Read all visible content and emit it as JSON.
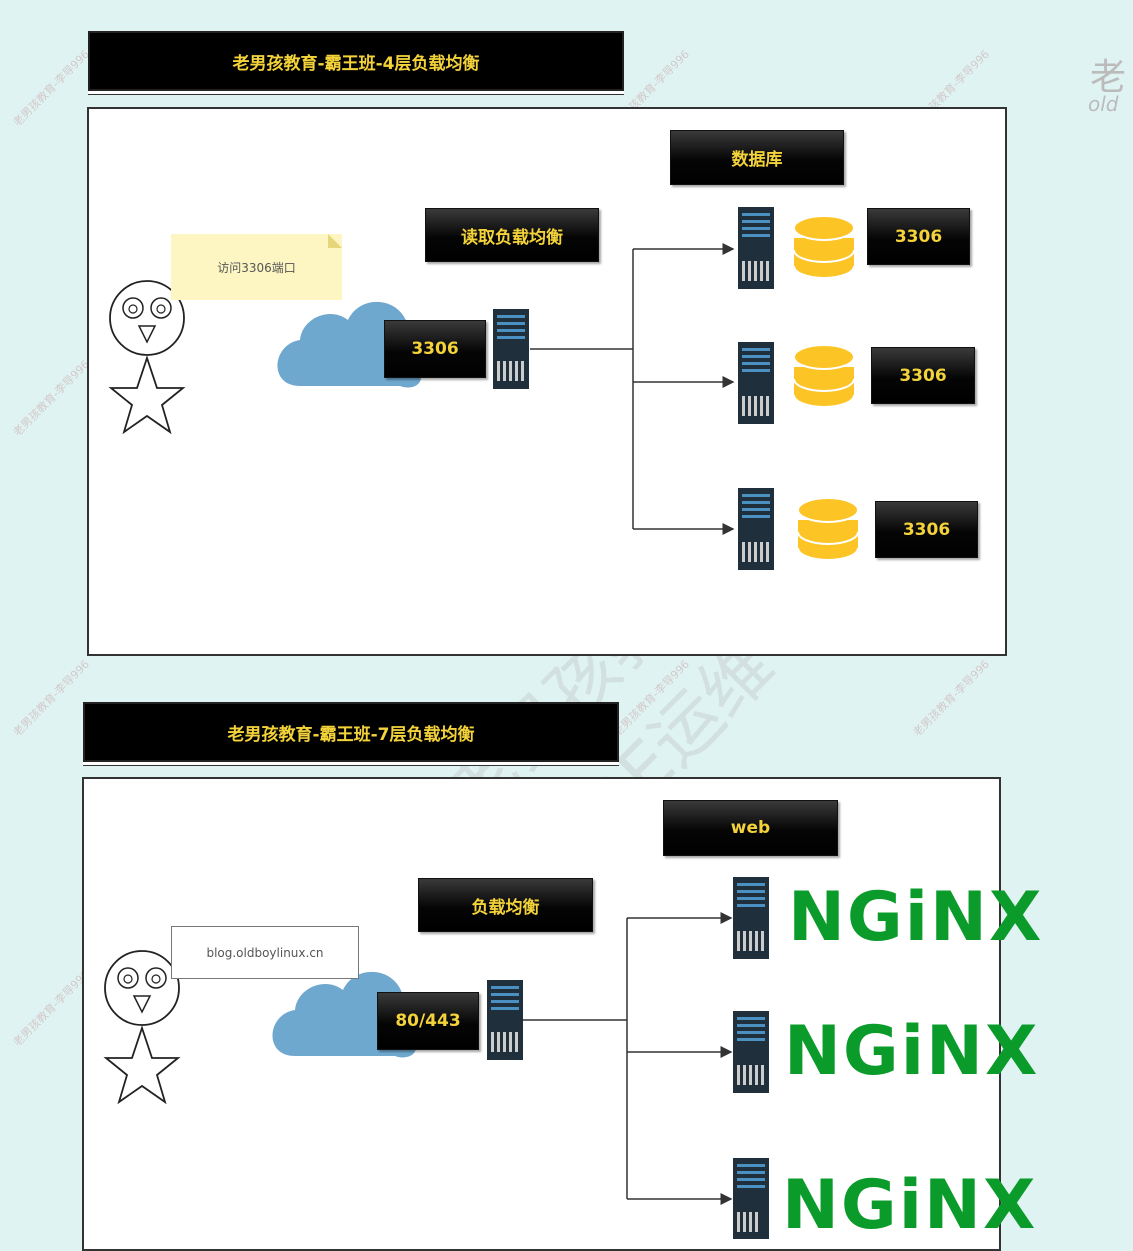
{
  "watermark": {
    "main": "老男孩教育-SRE运维",
    "tag": "老男孩教育-李导996",
    "logo_text": "老",
    "logo_sub": "old"
  },
  "section4": {
    "title": "老男孩教育-霸王班-4层负载均衡",
    "note": "访问3306端口",
    "lb_label": "读取负载均衡",
    "entry_port": "3306",
    "group_label": "数据库",
    "backends": [
      "3306",
      "3306",
      "3306"
    ]
  },
  "section7": {
    "title": "老男孩教育-霸王班-7层负载均衡",
    "url": "blog.oldboylinux.cn",
    "lb_label": "负载均衡",
    "entry_port": "80/443",
    "group_label": "web",
    "backends": [
      "NGiNX",
      "NGiNX",
      "NGiNX"
    ]
  },
  "colors": {
    "label_text": "#f3d23a",
    "nginx_green": "#0a9b2a",
    "db_gold": "#fcc425",
    "cloud_blue": "#6fa8cf",
    "server_dark": "#1f2f3c"
  }
}
